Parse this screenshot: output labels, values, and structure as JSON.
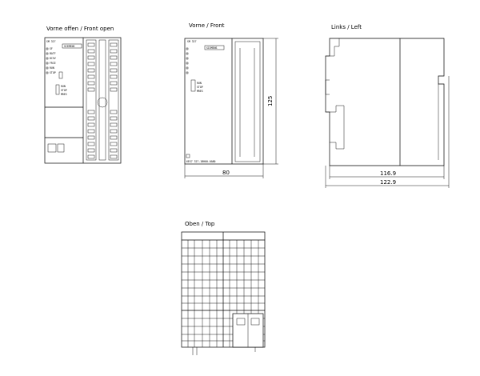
{
  "views": {
    "front_open": {
      "title": "Vorne offen / Front open"
    },
    "front": {
      "title": "Vorne / Front"
    },
    "left": {
      "title": "Links / Left"
    },
    "top": {
      "title": "Oben / Top"
    }
  },
  "dimensions": {
    "front_width": "80",
    "front_height": "125",
    "left_depth_body": "116.9",
    "left_depth_total": "122.9"
  },
  "module_labels": {
    "model_name": "SM 327",
    "brand": "SIEMENS",
    "order_number": "6ES7 327-1BH00-0AB0",
    "led_labels": [
      "SF",
      "BATF",
      "DC5V",
      "FRCE",
      "RUN",
      "STOP"
    ],
    "switch_labels": [
      "RUN",
      "STOP",
      "MRES"
    ]
  }
}
